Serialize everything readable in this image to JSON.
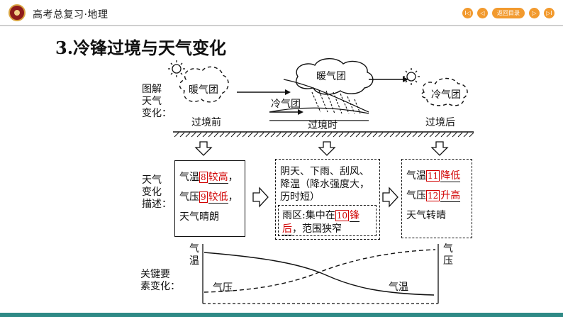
{
  "header": {
    "course_title": "高考总复习·地理",
    "nav": {
      "first_label": "I◁",
      "prev_label": "◁",
      "home_label": "返回目录",
      "next_label": "▷",
      "last_label": "▷I"
    }
  },
  "section_title": "3.冷锋过境与天气变化",
  "diagram": {
    "row_label": [
      "图解",
      "天气",
      "变化："
    ],
    "warm_air_left": "暖气团",
    "warm_air_center": "暖气团",
    "cold_air_center": "冷气团",
    "cold_air_right": "冷气团",
    "stage_before": "过境前",
    "stage_during": "过境时",
    "stage_after": "过境后"
  },
  "weather_desc": {
    "row_label": [
      "天气",
      "变化",
      "描述："
    ],
    "before": {
      "line1_prefix": "气温",
      "line1_num": "8",
      "line1_answer": "较高",
      "line1_suffix": "，",
      "line2_prefix": "气压",
      "line2_num": "9",
      "line2_answer": "较低",
      "line2_suffix": "，",
      "line3": "天气晴朗"
    },
    "during": {
      "line1": "阴天、下雨、刮风、",
      "line2": "降温（降水强度大，",
      "line3": "历时短）",
      "rain_prefix": "雨区:集中在",
      "rain_num": "10",
      "rain_answer_1": "锋",
      "rain_answer_2": "后",
      "rain_suffix": "，范围狭窄"
    },
    "after": {
      "line1_prefix": "气温",
      "line1_num": "11",
      "line1_answer": "降低",
      "line2_prefix": "气压",
      "line2_num": "12",
      "line2_answer": "升高",
      "line3": "天气转晴"
    }
  },
  "key_elements": {
    "row_label": [
      "关键要",
      "素变化："
    ],
    "temp_axis_label": [
      "气",
      "温"
    ],
    "pressure_axis_label": [
      "气",
      "压"
    ],
    "pressure_curve_label": "气压",
    "temp_curve_label": "气温"
  }
}
